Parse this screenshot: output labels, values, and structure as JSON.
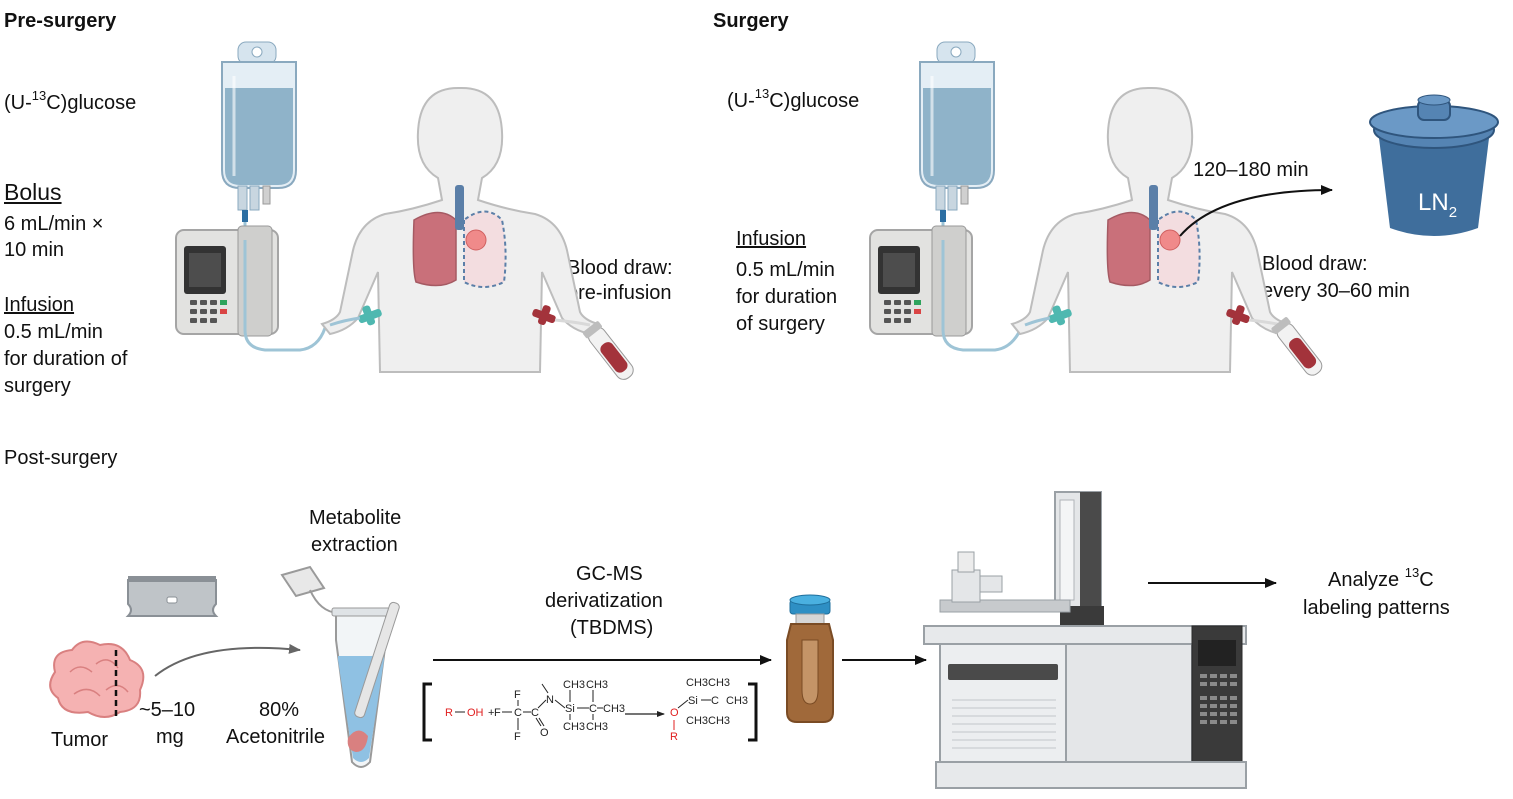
{
  "pre": {
    "heading": "Pre-surgery",
    "tracer_prefix": "(U-",
    "tracer_sup": "13",
    "tracer_suffix": "C)glucose",
    "bolus_title": "Bolus",
    "bolus_line1": "6 mL/min ×",
    "bolus_line2": "10 min",
    "infusion_title": "Infusion",
    "infusion_line1": "0.5 mL/min",
    "infusion_line2": "for duration of",
    "infusion_line3": "surgery",
    "blood_line1": "Blood draw:",
    "blood_line2": "pre-infusion"
  },
  "surgery": {
    "heading": "Surgery",
    "tracer_prefix": "(U-",
    "tracer_sup": "13",
    "tracer_suffix": "C)glucose",
    "infusion_title": "Infusion",
    "infusion_line1": "0.5 mL/min",
    "infusion_line2": "for duration",
    "infusion_line3": "of surgery",
    "time_label": "120–180 min",
    "ln2_base": "LN",
    "ln2_sub": "2",
    "blood_line1": "Blood draw:",
    "blood_line2": "every 30–60 min"
  },
  "post": {
    "heading": "Post-surgery",
    "tumor_label": "Tumor",
    "mass_line1": "~5–10",
    "mass_line2": "mg",
    "extraction_line1": "Metabolite",
    "extraction_line2": "extraction",
    "solvent_line1": "80%",
    "solvent_line2": "Acetonitrile",
    "deriv_line1": "GC-MS",
    "deriv_line2": "derivatization",
    "deriv_line3": "(TBDMS)",
    "analyze_line1": "Analyze",
    "analyze_sup": "13",
    "analyze_suffix": "C",
    "analyze_line2": "labeling patterns"
  },
  "reaction": {
    "r": "R",
    "oh": "OH",
    "plus": "+",
    "f1": "F",
    "f2": "F",
    "f3": "F",
    "c1": "C",
    "c2": "C",
    "o1": "O",
    "n": "N",
    "si1": "Si",
    "c3": "C",
    "ch3_a": "CH3",
    "ch3_b": "CH3",
    "ch3_c": "CH3",
    "ch3_d": "CH3",
    "ch3_e": "CH3",
    "o2": "O",
    "r2": "R",
    "si2": "Si",
    "c4": "C",
    "ch3_f": "CH3",
    "ch3_g": "CH3",
    "ch3_h": "CH3",
    "ch3_i": "CH3",
    "ch3_j": "CH3"
  },
  "colors": {
    "bag_fluid": "#8fb3c9",
    "lung": "#c9707a",
    "tumor": "#f08a8a",
    "blood": "#a3333b",
    "ln2_dewar": "#3f6e9c",
    "vial": "#a0693a",
    "instrument": "#d6d8da",
    "bone": "#5b7fa8",
    "red_chem": "#e02020"
  },
  "icons": [
    "iv-bag-icon",
    "infusion-pump-icon",
    "human-torso-icon",
    "blood-tube-icon",
    "ln2-dewar-icon",
    "razor-blade-icon",
    "tumor-icon",
    "eppendorf-tube-icon",
    "gc-vial-icon",
    "gc-ms-instrument-icon"
  ]
}
